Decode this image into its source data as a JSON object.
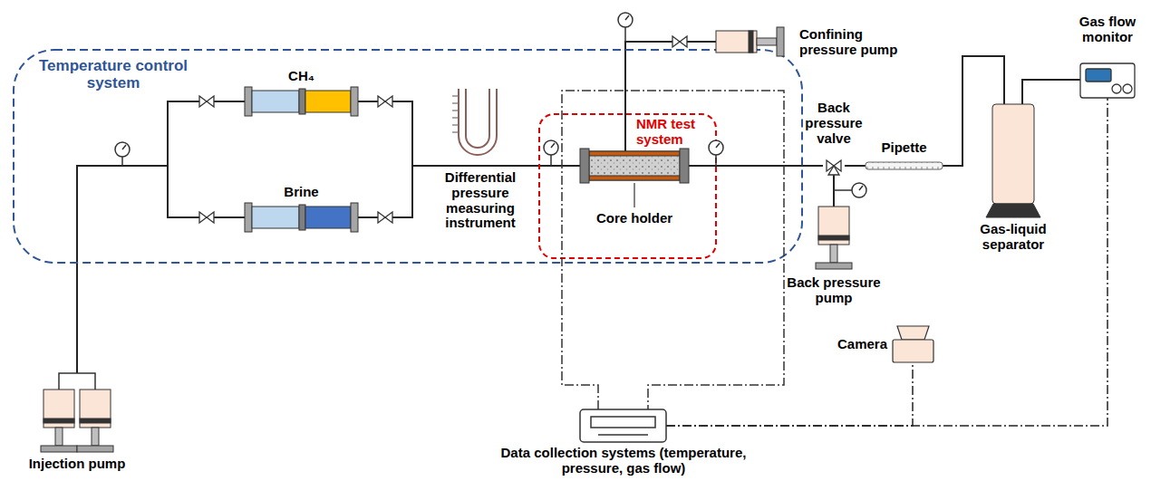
{
  "diagram": {
    "nodes": [
      {
        "text": [
          "Temperature control system"
        ]
      },
      {
        "text": [
          "CH₄"
        ],
        "in": 0
      },
      {
        "text": [
          "Brine"
        ],
        "in": 0
      },
      {
        "text": [
          "Differential pressure measuring instrument"
        ],
        "in": 0
      },
      {
        "text": [
          "NMR test system"
        ],
        "in": 0
      },
      {
        "text": [
          "Core holder"
        ],
        "in": 4
      },
      {
        "text": [
          "Confining pressure pump"
        ]
      },
      {
        "text": [
          "Back pressure valve"
        ]
      },
      {
        "text": [
          "Pipette"
        ]
      },
      {
        "text": [
          "Gas-liquid separator"
        ]
      },
      {
        "text": [
          "Gas flow monitor"
        ]
      },
      {
        "text": [
          "Camera"
        ]
      },
      {
        "text": [
          "Back pressure pump"
        ]
      },
      {
        "text": [
          "Injection pump"
        ]
      },
      {
        "text": [
          "Data collection systems (temperature, pressure, gas flow)"
        ]
      }
    ],
    "edges": [
      {
        "from": 13,
        "to": 1,
        "arrow": "none"
      },
      {
        "from": 13,
        "to": 2,
        "arrow": "none"
      },
      {
        "from": 1,
        "to": 5,
        "arrow": "none"
      },
      {
        "from": 2,
        "to": 5,
        "arrow": "none"
      },
      {
        "from": 6,
        "to": 5,
        "arrow": "none"
      },
      {
        "from": 5,
        "to": 7,
        "arrow": "none"
      },
      {
        "from": 12,
        "to": 7,
        "arrow": "none"
      },
      {
        "from": 7,
        "to": 8,
        "arrow": "none"
      },
      {
        "from": 8,
        "to": 9,
        "arrow": "none"
      },
      {
        "from": 9,
        "to": 10,
        "arrow": "none"
      },
      {
        "from": 14,
        "to": 11,
        "arrow": "none"
      },
      {
        "from": 14,
        "to": 10,
        "arrow": "none"
      }
    ]
  }
}
